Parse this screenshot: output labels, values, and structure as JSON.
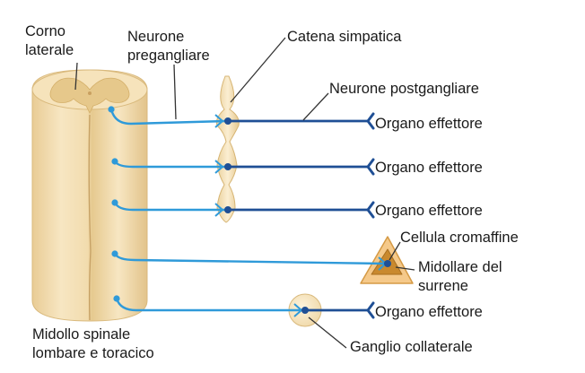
{
  "labels": {
    "corno_laterale": [
      "Corno",
      "laterale"
    ],
    "neurone_pregangliare": [
      "Neurone",
      "pregangliare"
    ],
    "catena_simpatica": "Catena simpatica",
    "neurone_postgangliare": "Neurone postgangliare",
    "organo_effettore": "Organo effettore",
    "cellula_cromaffine": "Cellula cromaffine",
    "midollare_surrene": [
      "Midollare del",
      "surrene"
    ],
    "ganglio_collaterale": "Ganglio collaterale",
    "midollo_spinale": [
      "Midollo spinale",
      "lombare e toracico"
    ]
  },
  "colors": {
    "preganglionic_fiber": "#2f9ad9",
    "postganglionic_fiber": "#1f4f95",
    "tissue": "#f2dcae",
    "tissue_dark": "#e2c38a",
    "gray_matter": "#e6c78a",
    "adrenal_outer": "#f5c98a",
    "adrenal_inner": "#c9892e",
    "leader_line": "#333333"
  },
  "icons": {
    "organ_terminal": "chevron-left-icon",
    "neuron_soma": "dot-icon"
  }
}
